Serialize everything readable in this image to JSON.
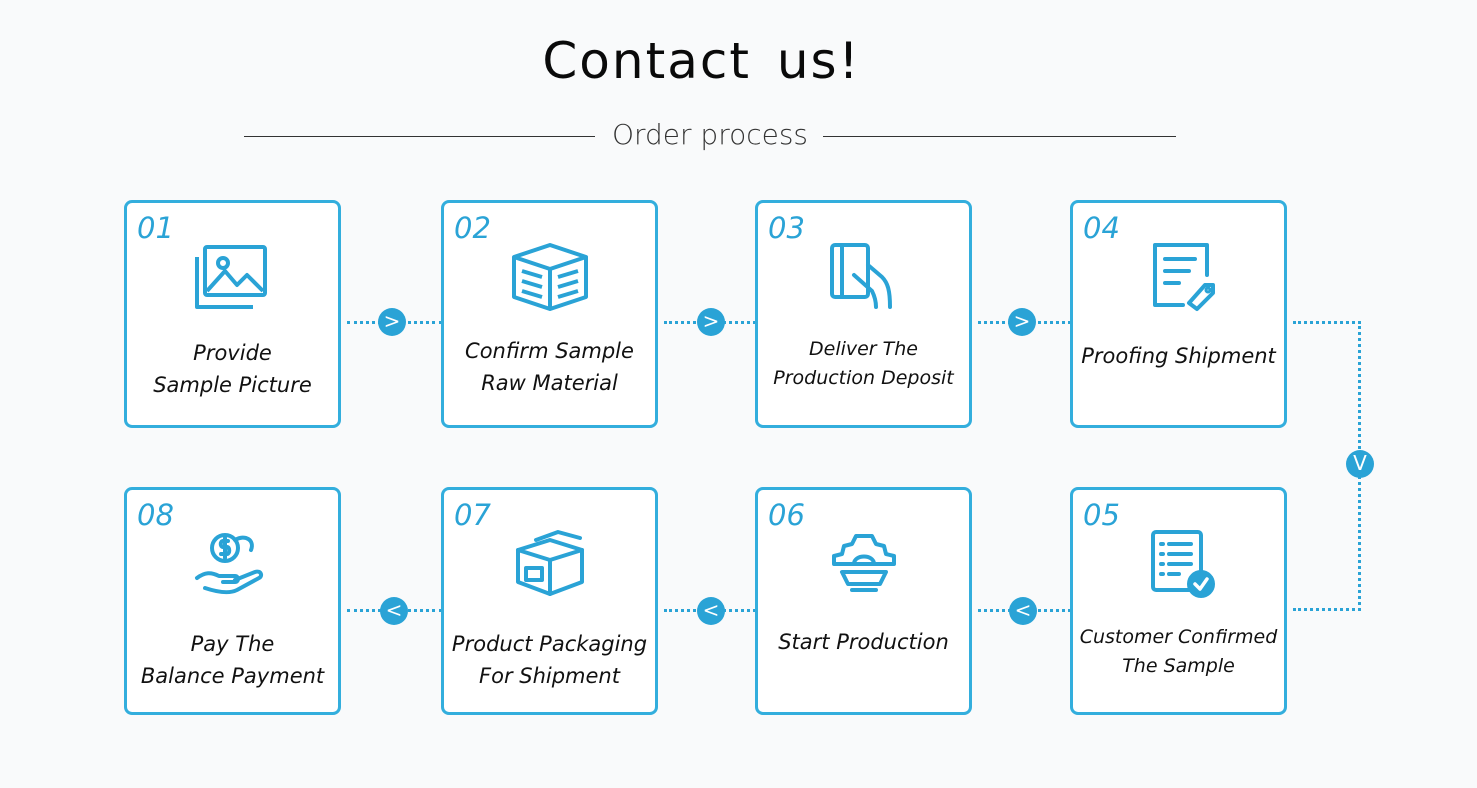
{
  "header": {
    "title": "Contact  us!",
    "subtitle": "Order process"
  },
  "accent_color": "#2aa3d6",
  "steps": [
    {
      "num": "01",
      "label": "Provide\nSample Picture",
      "icon": "picture-icon"
    },
    {
      "num": "02",
      "label": "Confirm Sample\nRaw  Material",
      "icon": "material-box-icon"
    },
    {
      "num": "03",
      "label": "Deliver  The\nProduction Deposit",
      "icon": "card-payment-icon"
    },
    {
      "num": "04",
      "label": "Proofing Shipment",
      "icon": "document-tag-icon"
    },
    {
      "num": "05",
      "label": "Customer Confirmed\nThe Sample",
      "icon": "checklist-icon"
    },
    {
      "num": "06",
      "label": "Start  Production",
      "icon": "gear-machine-icon"
    },
    {
      "num": "07",
      "label": "Product Packaging\nFor Shipment",
      "icon": "package-icon"
    },
    {
      "num": "08",
      "label": "Pay The\nBalance Payment",
      "icon": "hand-coin-icon"
    }
  ],
  "arrows": {
    "right": ">",
    "down": "V",
    "left": "<"
  }
}
